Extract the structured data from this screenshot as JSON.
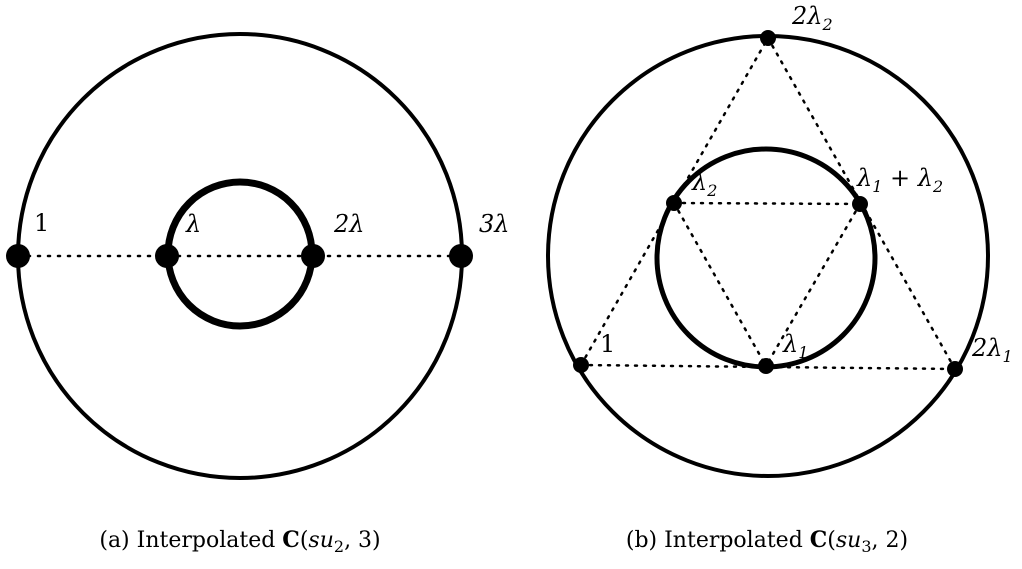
{
  "figure_a": {
    "points": [
      {
        "id": "a1",
        "label": "1"
      },
      {
        "id": "a2",
        "label": "λ"
      },
      {
        "id": "a3",
        "label": "2λ"
      },
      {
        "id": "a4",
        "label": "3λ"
      }
    ],
    "caption": {
      "prefix": "(a) Interpolated ",
      "bold": "C",
      "open": "(",
      "frak": "su",
      "sub": "2",
      "rest": ", 3)"
    }
  },
  "figure_b": {
    "points": [
      {
        "id": "b1",
        "label": "1"
      },
      {
        "id": "b2",
        "label": "λ",
        "sub": "1"
      },
      {
        "id": "b3",
        "label": "2λ",
        "sub": "1"
      },
      {
        "id": "b4",
        "label": "λ",
        "sub": "2"
      },
      {
        "id": "b5",
        "label": "λ",
        "sub": "1",
        "tail": " + λ",
        "sub2": "2"
      },
      {
        "id": "b6",
        "label": "2λ",
        "sub": "2"
      }
    ],
    "caption": {
      "prefix": "(b) Interpolated ",
      "bold": "C",
      "open": "(",
      "frak": "su",
      "sub": "3",
      "rest": ", 2)"
    }
  }
}
